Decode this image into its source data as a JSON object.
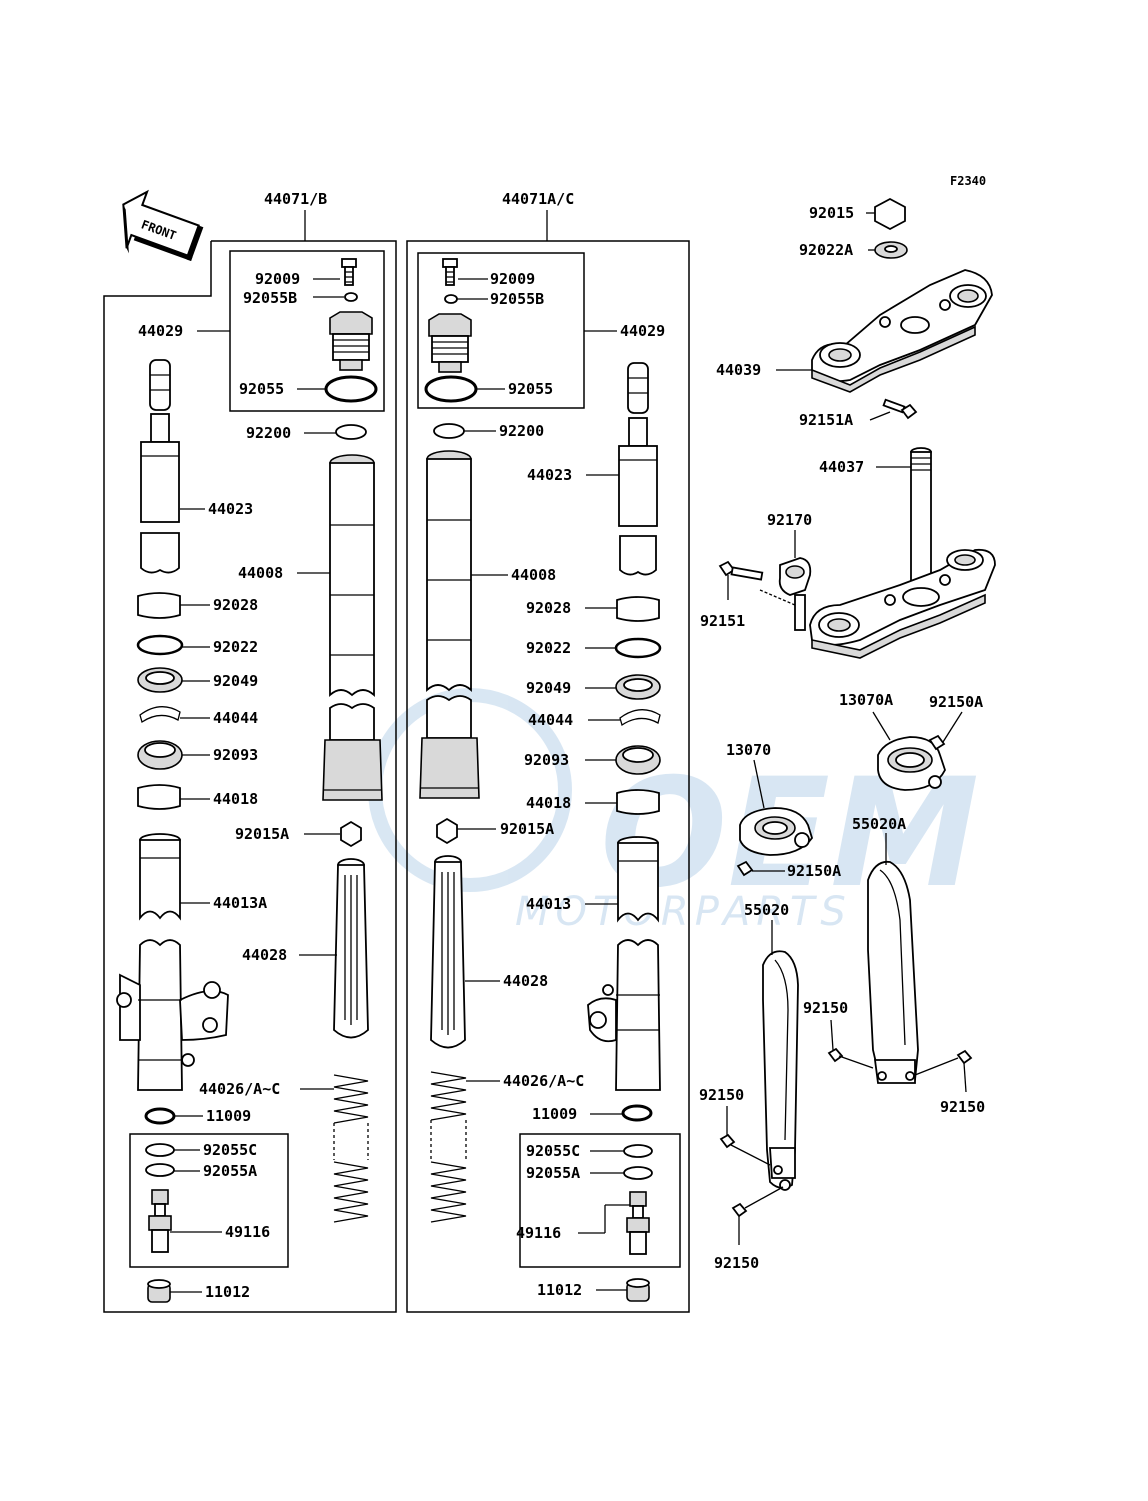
{
  "figure_id": "F2340",
  "front_arrow": {
    "label": "FRONT"
  },
  "watermark": {
    "logo_text": "OEM",
    "tagline": "MOTORPARTS",
    "color": "#b9d3ea"
  },
  "assemblies": {
    "left": "44071/B",
    "right": "44071A/C"
  },
  "left_fork": {
    "bolt": "92009",
    "oring_small": "92055B",
    "cap": "44029",
    "oring": "92055",
    "spacer_top": "44023",
    "washer": "92200",
    "tube": "44008",
    "collar": "92028",
    "washer_b": "92022",
    "oil_seal": "92049",
    "clip": "44044",
    "dust_seal": "92093",
    "bushing": "44018",
    "nut": "92015A",
    "outer_tube": "44013A",
    "rod": "44028",
    "spring": "44026/A~C",
    "gasket": "11009",
    "oring_c": "92055C",
    "oring_a": "92055A",
    "valve": "49116",
    "cap_bottom": "11012"
  },
  "right_fork": {
    "bolt": "92009",
    "oring_small": "92055B",
    "cap": "44029",
    "oring": "92055",
    "spacer_top": "44023",
    "washer": "92200",
    "tube": "44008",
    "collar": "92028",
    "washer_b": "92022",
    "oil_seal": "92049",
    "clip": "44044",
    "dust_seal": "92093",
    "bushing": "44018",
    "nut": "92015A",
    "outer_tube": "44013",
    "rod": "44028",
    "spring": "44026/A~C",
    "gasket": "11009",
    "oring_c": "92055C",
    "oring_a": "92055A",
    "valve": "49116",
    "cap_bottom": "11012"
  },
  "steering": {
    "nut": "92015",
    "washer": "92022A",
    "upper_bracket": "44039",
    "bolt_upper": "92151A",
    "stem": "44037",
    "holder": "92170",
    "bolt_lower": "92151"
  },
  "guards": {
    "clamp_right": "13070A",
    "bolt_clamp_right": "92150A",
    "clamp_left": "13070",
    "bolt_clamp_left": "92150A",
    "guard_right": "55020A",
    "guard_left": "55020",
    "bolt_r1": "92150",
    "bolt_r2": "92150",
    "bolt_l1": "92150",
    "bolt_l2": "92150"
  }
}
